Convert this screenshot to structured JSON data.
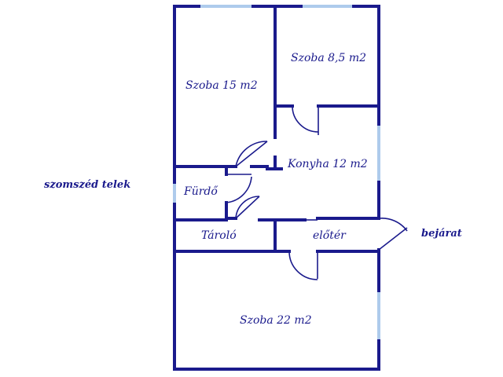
{
  "colors": {
    "wall": "#1a1a8c",
    "window": "#aecbec",
    "text": "#1a1a8c",
    "background": "#ffffff"
  },
  "rooms": {
    "szoba_15": "Szoba 15 m2",
    "szoba_8_5": "Szoba 8,5 m2",
    "konyha": "Konyha 12 m2",
    "furdo": "Fürdő",
    "tarolo": "Tároló",
    "eloter": "előtér",
    "szoba_22": "Szoba 22 m2"
  },
  "outside": {
    "neighbor": "szomszéd telek",
    "entrance": "bejárat"
  }
}
